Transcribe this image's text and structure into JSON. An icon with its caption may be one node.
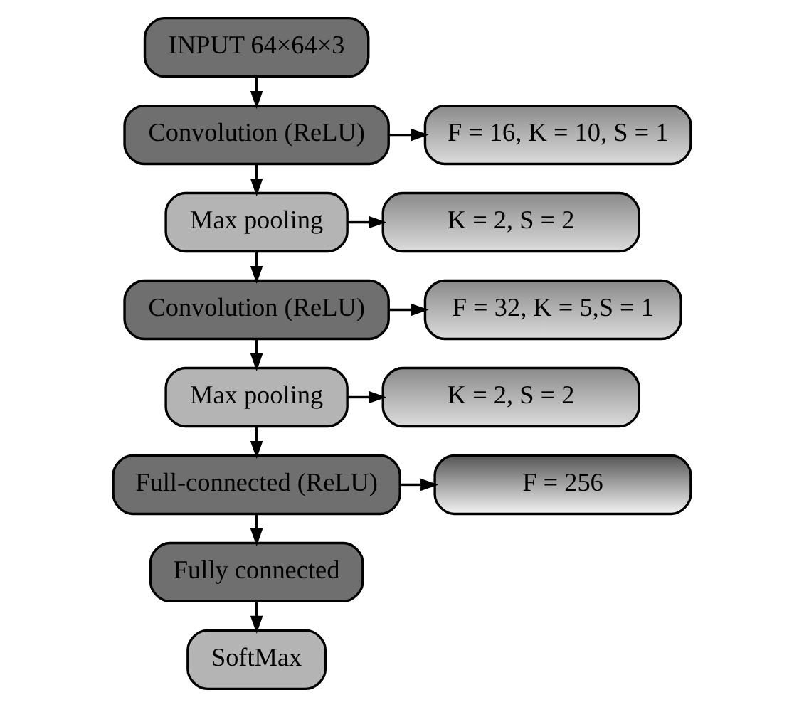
{
  "diagram": {
    "nodes": [
      {
        "text": [
          "INPUT 64×64×3"
        ]
      },
      {
        "text": [
          "Convolution (ReLU)"
        ]
      },
      {
        "text": [
          "F = 16, K = 10, S = 1"
        ]
      },
      {
        "text": [
          "Max pooling"
        ]
      },
      {
        "text": [
          "K = 2, S = 2"
        ]
      },
      {
        "text": [
          "Convolution (ReLU)"
        ]
      },
      {
        "text": [
          "F = 32, K = 5,S = 1"
        ]
      },
      {
        "text": [
          "Max pooling"
        ]
      },
      {
        "text": [
          "K = 2, S = 2"
        ]
      },
      {
        "text": [
          "Full-connected (ReLU)"
        ]
      },
      {
        "text": [
          "F = 256"
        ]
      },
      {
        "text": [
          "Fully connected"
        ]
      },
      {
        "text": [
          "SoftMax"
        ]
      }
    ],
    "edges": [
      {
        "from": 0,
        "to": 1,
        "arrow": "to"
      },
      {
        "from": 1,
        "to": 2,
        "arrow": "to"
      },
      {
        "from": 1,
        "to": 3,
        "arrow": "to"
      },
      {
        "from": 3,
        "to": 4,
        "arrow": "to"
      },
      {
        "from": 3,
        "to": 5,
        "arrow": "to"
      },
      {
        "from": 5,
        "to": 6,
        "arrow": "to"
      },
      {
        "from": 5,
        "to": 7,
        "arrow": "to"
      },
      {
        "from": 7,
        "to": 8,
        "arrow": "to"
      },
      {
        "from": 7,
        "to": 9,
        "arrow": "to"
      },
      {
        "from": 9,
        "to": 10,
        "arrow": "to"
      },
      {
        "from": 9,
        "to": 11,
        "arrow": "to"
      },
      {
        "from": 11,
        "to": 12,
        "arrow": "to"
      }
    ]
  }
}
